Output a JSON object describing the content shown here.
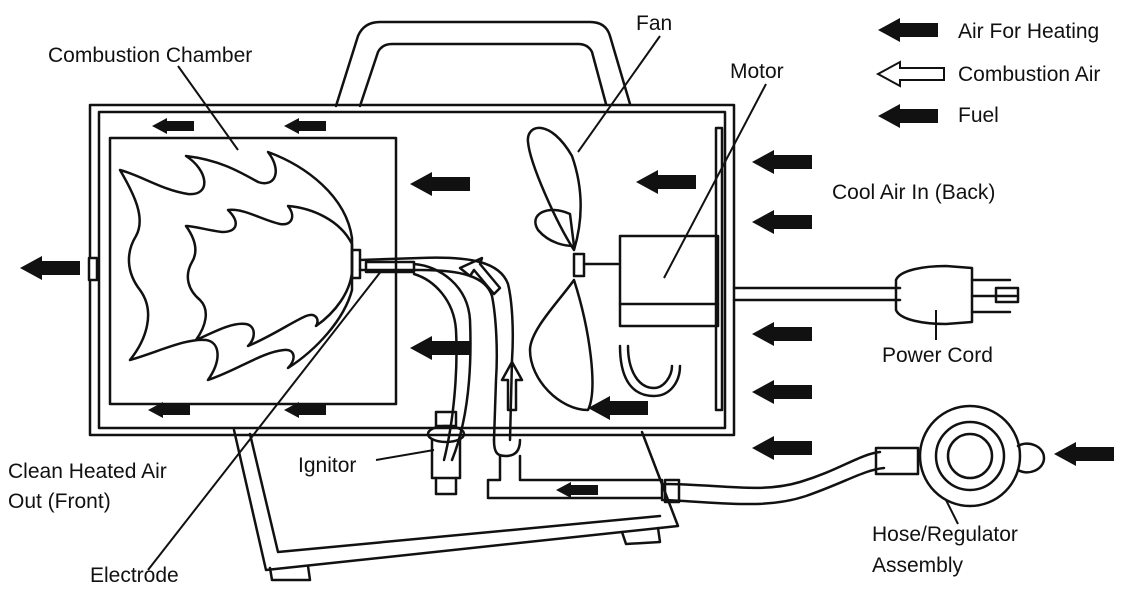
{
  "labels": {
    "combustion_chamber": "Combustion Chamber",
    "fan": "Fan",
    "motor": "Motor",
    "cool_air_in": "Cool Air In (Back)",
    "power_cord": "Power Cord",
    "clean_air_line1": "Clean Heated Air",
    "clean_air_line2": "Out (Front)",
    "ignitor": "Ignitor",
    "electrode": "Electrode",
    "hose_line1": "Hose/Regulator",
    "hose_line2": "Assembly"
  },
  "legend": {
    "air_for_heating": "Air For Heating",
    "combustion_air": "Combustion Air",
    "fuel": "Fuel"
  },
  "colors": {
    "ink": "#111111",
    "background": "#ffffff"
  }
}
